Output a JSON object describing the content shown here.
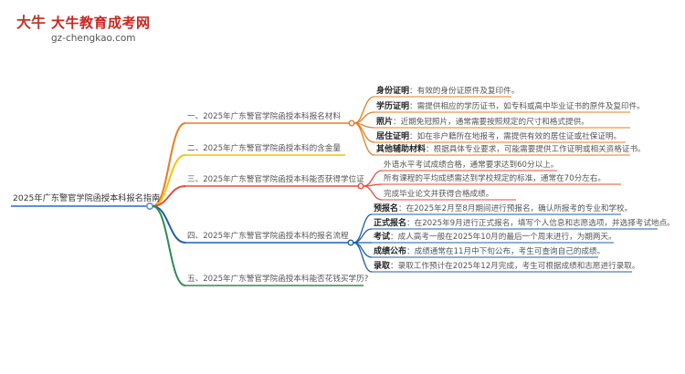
{
  "logo": {
    "mark_text": "大牛",
    "title": "大牛教育成考网",
    "url": "gz-chengkao.com"
  },
  "root": "2025年广东警官学院函授本科报名指南",
  "branches": [
    {
      "label": "一、2025年广东警官学院函授本科报名材料",
      "children": [
        {
          "key": "身份证明",
          "text": "：有效的身份证原件及复印件。"
        },
        {
          "key": "学历证明",
          "text": "：需提供相应的学历证书，如专科或高中毕业证书的原件及复印件。"
        },
        {
          "key": "照片",
          "text": "：近期免冠照片，通常需要按照规定的尺寸和格式提供。"
        },
        {
          "key": "居住证明",
          "text": "：如在非户籍所在地报考，需提供有效的居住证或社保证明。"
        },
        {
          "key": "其他辅助材料",
          "text": "：根据具体专业要求，可能需要提供工作证明或相关资格证书。"
        }
      ]
    },
    {
      "label": "二、2025年广东警官学院函授本科的含金量",
      "children": []
    },
    {
      "label": "三、2025年广东警官学院函授本科能否获得学位证",
      "children": [
        {
          "key": "",
          "text": "外语水平考试成绩合格，通常要求达到60分以上。"
        },
        {
          "key": "",
          "text": "所有课程的平均成绩需达到学校规定的标准，通常在70分左右。"
        },
        {
          "key": "",
          "text": "完成毕业论文并获得合格成绩。"
        }
      ]
    },
    {
      "label": "四、2025年广东警官学院函授本科的报名流程",
      "children": [
        {
          "key": "预报名",
          "text": "：在2025年2月至8月期间进行预报名，确认所报考的专业和学校。"
        },
        {
          "key": "正式报名",
          "text": "：在2025年9月进行正式报名，填写个人信息和志愿选项，并选择考试地点。"
        },
        {
          "key": "考试",
          "text": "：成人高考一般在2025年10月的最后一个周末进行，为期两天。"
        },
        {
          "key": "成绩公布",
          "text": "：成绩通常在11月中下旬公布，考生可查询自己的成绩。"
        },
        {
          "key": "录取",
          "text": "：录取工作预计在2025年12月完成，考生可根据成绩和志愿进行录取。"
        }
      ]
    },
    {
      "label": "五、2025年广东警官学院函授本科能否花钱买学历?",
      "children": []
    }
  ],
  "colors": {
    "root": "#5b8fd6",
    "b1": "#e67e22",
    "b2": "#f1c40f",
    "b3": "#e74c3c",
    "b4": "#1f5fa8",
    "b5": "#2e8b57",
    "logo_red": "#c8261f"
  }
}
